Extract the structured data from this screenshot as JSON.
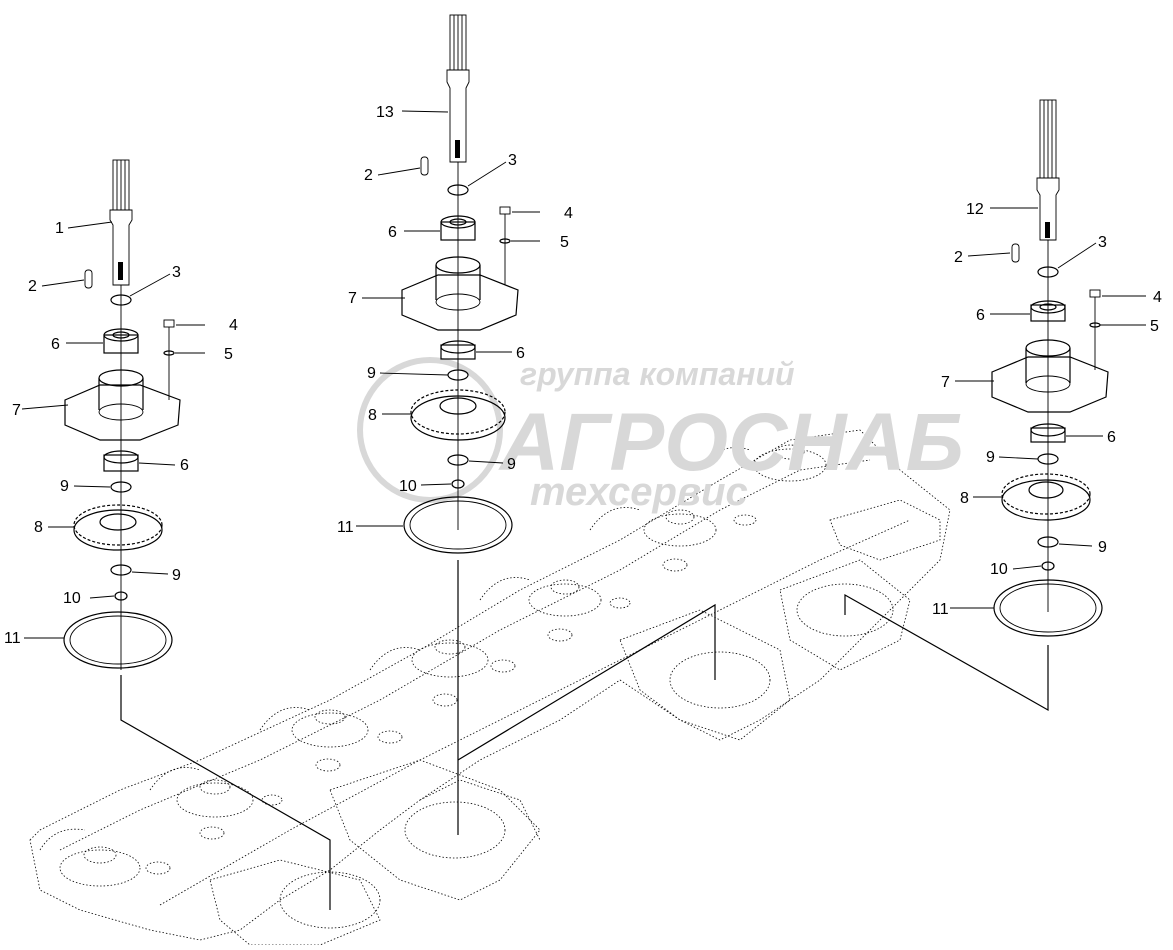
{
  "labels": {
    "p1": "1",
    "p2": "2",
    "p3": "3",
    "p4": "4",
    "p5": "5",
    "p6": "6",
    "p7": "7",
    "p8": "8",
    "p9": "9",
    "p10": "10",
    "p11": "11",
    "p12": "12",
    "p13": "13"
  },
  "watermark": {
    "line1": "группа компаний",
    "line2": "АГРОСНАБ",
    "line3": "техсервис"
  }
}
